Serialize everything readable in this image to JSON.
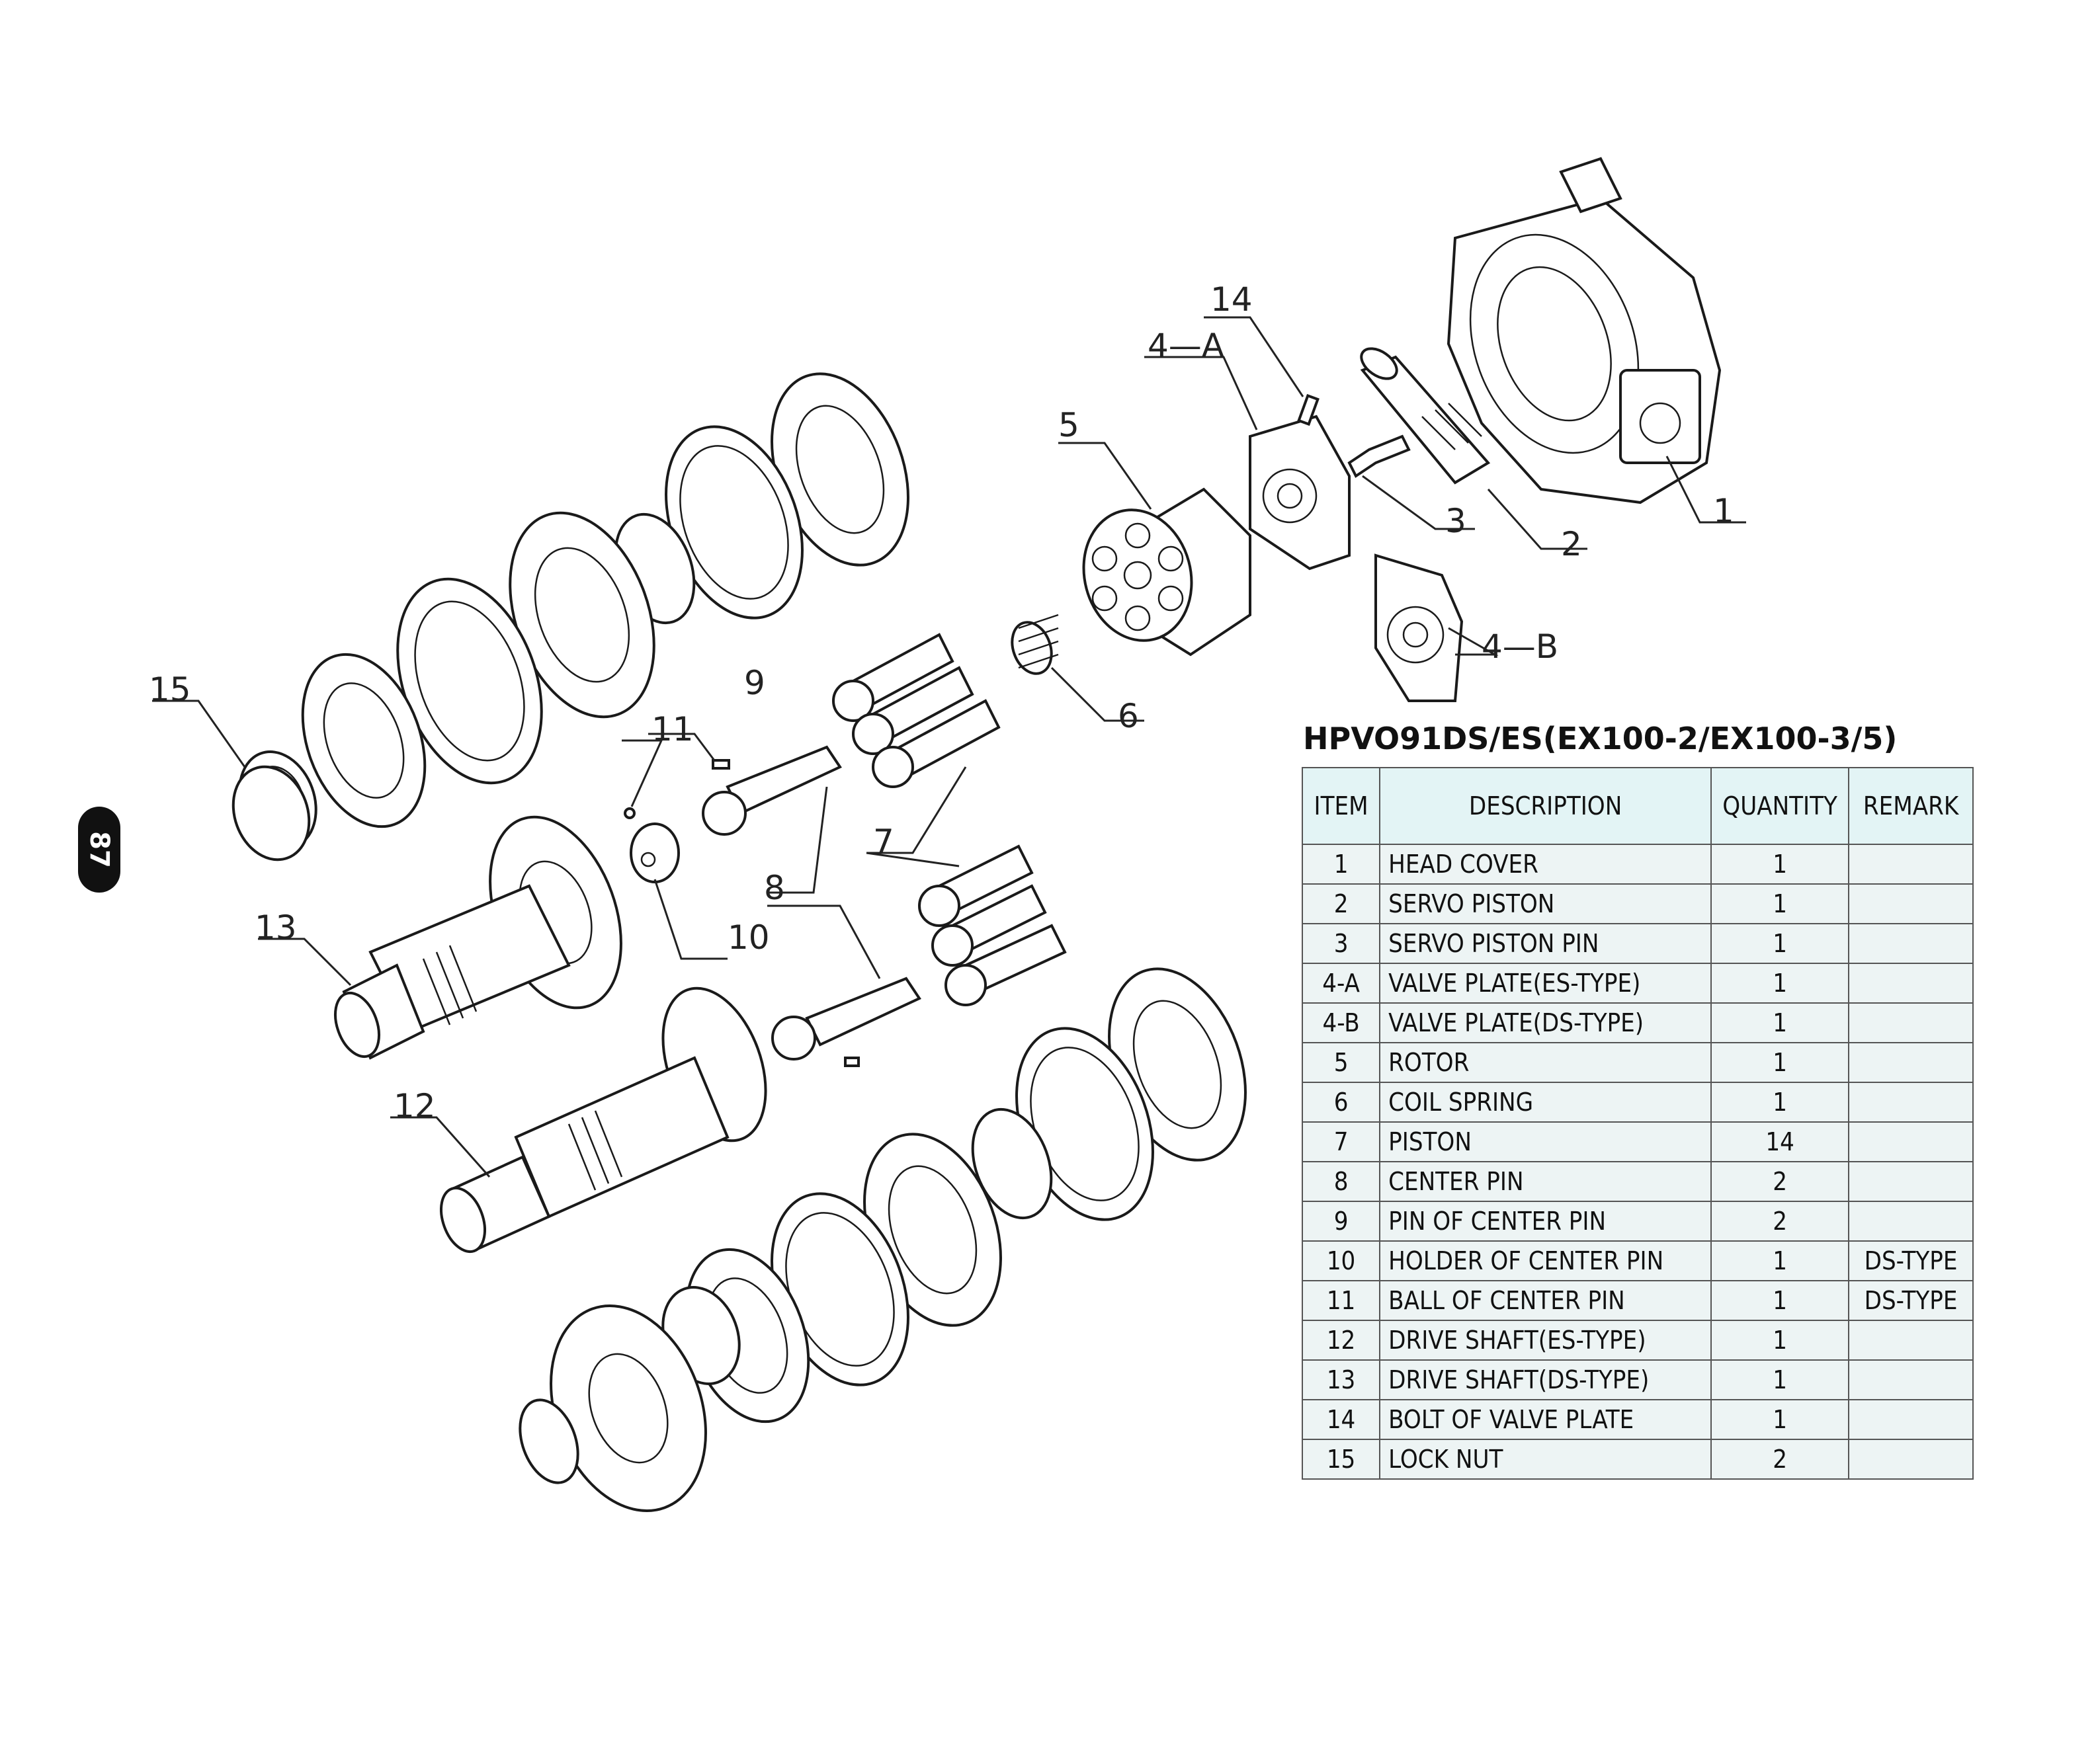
{
  "page_number": "87",
  "table": {
    "title": "HPVO91DS/ES(EX100-2/EX100-3/5)",
    "headers": {
      "item": "ITEM",
      "description": "DESCRIPTION",
      "quantity": "QUANTITY",
      "remark": "REMARK"
    },
    "rows": [
      {
        "item": "1",
        "description": "HEAD COVER",
        "quantity": "1",
        "remark": ""
      },
      {
        "item": "2",
        "description": "SERVO PISTON",
        "quantity": "1",
        "remark": ""
      },
      {
        "item": "3",
        "description": "SERVO PISTON PIN",
        "quantity": "1",
        "remark": ""
      },
      {
        "item": "4-A",
        "description": "VALVE PLATE(ES-TYPE)",
        "quantity": "1",
        "remark": ""
      },
      {
        "item": "4-B",
        "description": "VALVE PLATE(DS-TYPE)",
        "quantity": "1",
        "remark": ""
      },
      {
        "item": "5",
        "description": "ROTOR",
        "quantity": "1",
        "remark": ""
      },
      {
        "item": "6",
        "description": "COIL SPRING",
        "quantity": "1",
        "remark": ""
      },
      {
        "item": "7",
        "description": "PISTON",
        "quantity": "14",
        "remark": ""
      },
      {
        "item": "8",
        "description": "CENTER PIN",
        "quantity": "2",
        "remark": ""
      },
      {
        "item": "9",
        "description": "PIN OF CENTER PIN",
        "quantity": "2",
        "remark": ""
      },
      {
        "item": "10",
        "description": "HOLDER OF CENTER PIN",
        "quantity": "1",
        "remark": "DS-TYPE"
      },
      {
        "item": "11",
        "description": "BALL OF CENTER PIN",
        "quantity": "1",
        "remark": "DS-TYPE"
      },
      {
        "item": "12",
        "description": "DRIVE SHAFT(ES-TYPE)",
        "quantity": "1",
        "remark": ""
      },
      {
        "item": "13",
        "description": "DRIVE SHAFT(DS-TYPE)",
        "quantity": "1",
        "remark": ""
      },
      {
        "item": "14",
        "description": "BOLT OF VALVE PLATE",
        "quantity": "1",
        "remark": ""
      },
      {
        "item": "15",
        "description": "LOCK NUT",
        "quantity": "2",
        "remark": ""
      }
    ]
  },
  "callouts": {
    "c1": "1",
    "c2": "2",
    "c3": "3",
    "c4a": "4—A",
    "c4b": "4—B",
    "c5": "5",
    "c6": "6",
    "c7": "7",
    "c8": "8",
    "c9": "9",
    "c10": "10",
    "c11": "11",
    "c12": "12",
    "c13": "13",
    "c14": "14",
    "c15": "15"
  }
}
